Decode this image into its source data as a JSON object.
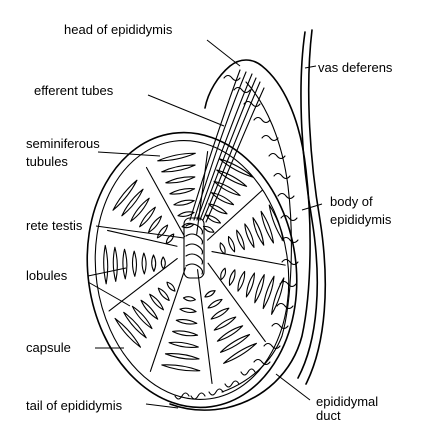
{
  "labels": {
    "head_of_epididymis": "head of epididymis",
    "vas_deferens": "vas deferens",
    "efferent_tubes": "efferent tubes",
    "seminiferous_line1": "seminiferous",
    "seminiferous_line2": "tubules",
    "body_line1": "body of",
    "body_line2": "epididymis",
    "rete_testis": "rete testis",
    "lobules": "lobules",
    "capsule": "capsule",
    "tail_of_epididymis": "tail of epididymis",
    "duct_line1": "epididymal",
    "duct_line2": "duct"
  },
  "colors": {
    "ink": "#000000",
    "background": "#ffffff"
  }
}
